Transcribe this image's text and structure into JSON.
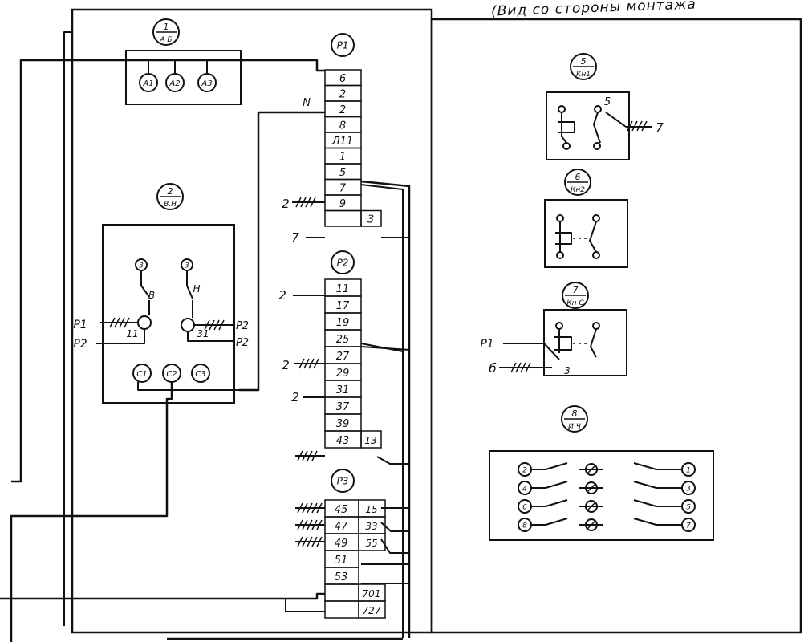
{
  "header_note": "(Вид со стороны монтажа",
  "units": [
    {
      "num": "1",
      "code": "А Б"
    },
    {
      "num": "2",
      "code": "В.Н"
    },
    {
      "num": "5",
      "code": "Кн1"
    },
    {
      "num": "6",
      "code": "Кн2"
    },
    {
      "num": "7",
      "code": "Кн С"
    },
    {
      "num": "8",
      "code": "И Ч"
    }
  ],
  "ab_terminals": [
    "А1",
    "А2",
    "А3"
  ],
  "relays": [
    "Р1",
    "Р2",
    "Р3"
  ],
  "p1_rows": [
    "6",
    "2",
    "2",
    "8",
    "Л11",
    "1",
    "5",
    "7",
    "9",
    ""
  ],
  "p1_side": "3",
  "p2_rows": [
    "11",
    "17",
    "19",
    "25",
    "27",
    "29",
    "31",
    "37",
    "39",
    "43"
  ],
  "p2_side": "13",
  "p3_left": [
    "45",
    "47",
    "49",
    "51",
    "53",
    "",
    ""
  ],
  "p3_right": [
    "15",
    "33",
    "55",
    "",
    "",
    "701",
    "727"
  ],
  "labels": {
    "n": "N",
    "two": "2",
    "seven": "7",
    "p1": "Р1",
    "p2": "Р2",
    "eleven": "11",
    "thirty_one": "31",
    "b": "В",
    "h": "Н",
    "three": "3",
    "five": "5",
    "s": "б"
  },
  "vn_terminals": [
    "С1",
    "С2",
    "С3"
  ],
  "ich_left": [
    "2",
    "4",
    "6",
    "8"
  ],
  "ich_right": [
    "1",
    "3",
    "5",
    "7"
  ]
}
